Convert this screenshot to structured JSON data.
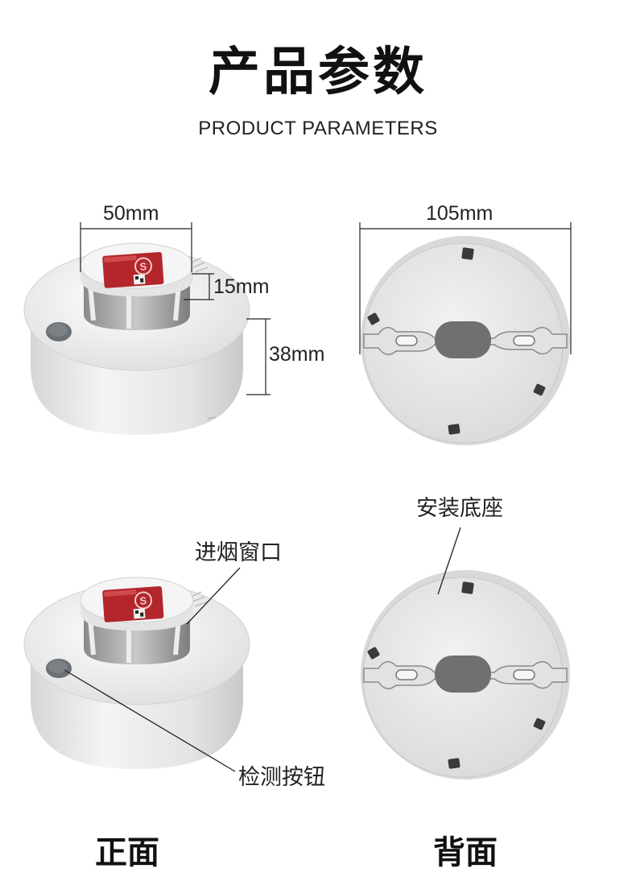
{
  "header": {
    "title_cn": "产品参数",
    "title_en": "PRODUCT PARAMETERS"
  },
  "dimensions": {
    "diameter_top": "50mm",
    "chamber_height": "15mm",
    "body_height": "38mm",
    "base_diameter": "105mm"
  },
  "callouts": {
    "smoke_inlet": "进烟窗口",
    "mounting_base": "安装底座",
    "test_button": "检测按钮"
  },
  "captions": {
    "front": "正面",
    "back": "背面"
  },
  "colors": {
    "body": "#e9e9e9",
    "label_red": "#b3262c",
    "test_button": "#6b7075"
  }
}
